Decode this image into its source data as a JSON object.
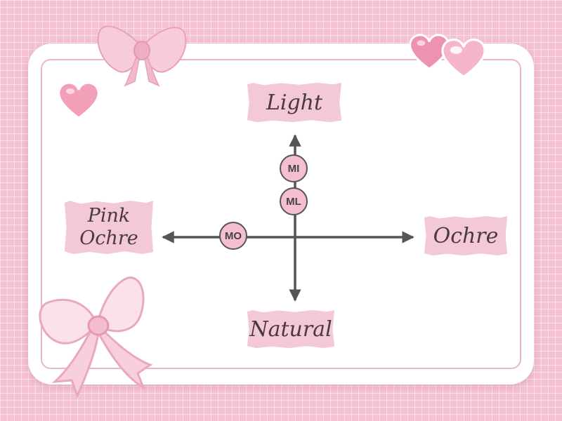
{
  "axes": {
    "top_label": "Light",
    "bottom_label": "Natural",
    "right_label": "Ochre",
    "left_label_line1": "Pink",
    "left_label_line2": "Ochre"
  },
  "nodes": [
    "MI",
    "ML",
    "MO"
  ],
  "colors": {
    "background": "#f5c2d3",
    "card": "#ffffff",
    "card_border": "#e9b7c7",
    "tape": "#f2c9d5",
    "node_fill": "#f5bfcf",
    "axis": "#555555",
    "label_text": "#4a3a40"
  },
  "decorations": [
    "bow-icon",
    "heart-icon",
    "bow-icon",
    "heart-icon",
    "heart-icon",
    "bow-icon"
  ]
}
